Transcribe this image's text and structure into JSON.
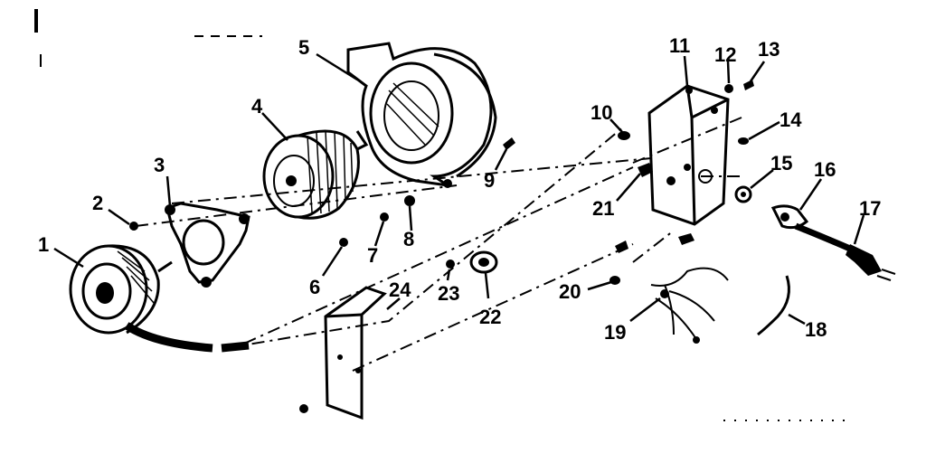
{
  "callouts": [
    "1",
    "2",
    "3",
    "4",
    "5",
    "6",
    "7",
    "8",
    "9",
    "10",
    "11",
    "12",
    "13",
    "14",
    "15",
    "16",
    "17",
    "18",
    "19",
    "20",
    "21",
    "22",
    "23",
    "24"
  ],
  "colors": {
    "ink": "#000000",
    "paper": "#ffffff"
  }
}
